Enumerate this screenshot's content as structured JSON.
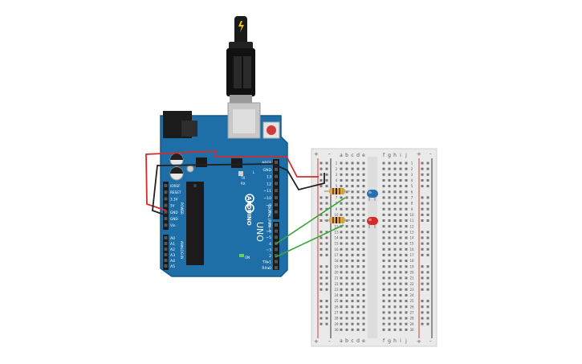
{
  "arduino": {
    "brand": "ARDUINO",
    "model": "UNO",
    "power_header": "POWER",
    "analog_header": "ANALOG IN",
    "digital_header": "DIGITAL (PWM~)",
    "on_label": "ON",
    "tx_label": "TX",
    "rx_label": "RX",
    "l_label": "L",
    "power_pins": [
      "IOREF",
      "RESET",
      "3.3V",
      "5V",
      "GND",
      "GND",
      "Vin"
    ],
    "analog_pins": [
      "A0",
      "A1",
      "A2",
      "A3",
      "A4",
      "A5"
    ],
    "digital_top": [
      "AREF",
      "GND",
      "13",
      "12",
      "~11",
      "~10",
      "~9",
      "8"
    ],
    "digital_bottom": [
      "7",
      "~6",
      "~5",
      "4",
      "~3",
      "2",
      "TX▸1",
      "RX◂0"
    ],
    "board_color": "#1e6ea8"
  },
  "breadboard": {
    "columns_left": [
      "a",
      "b",
      "c",
      "d",
      "e"
    ],
    "columns_right": [
      "f",
      "g",
      "h",
      "i",
      "j"
    ],
    "row_count": 30,
    "rail_plus": "+",
    "rail_minus": "-"
  },
  "components": {
    "led_blue_color": "#2a6fb0",
    "led_red_color": "#d42a2a",
    "wire_red": "#d52b2b",
    "wire_black": "#222222",
    "wire_green": "#3aa63a",
    "resistor_color": "#e0a84e"
  }
}
